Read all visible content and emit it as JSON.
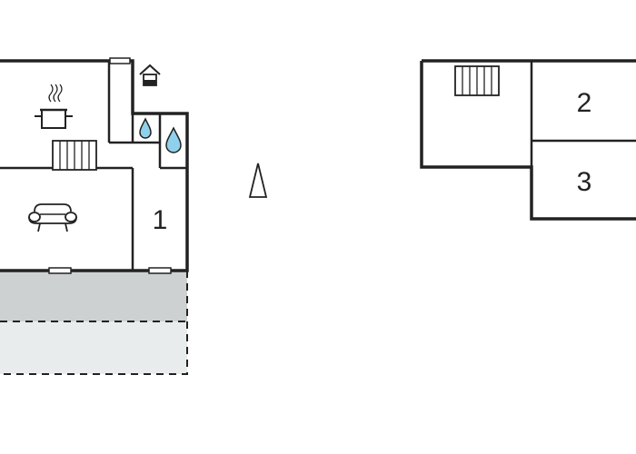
{
  "ground_floor": {
    "rooms": [
      {
        "id": "kitchen",
        "icon": "cooking-pot-icon"
      },
      {
        "id": "living-room",
        "icon": "sofa-icon"
      },
      {
        "id": "bathroom",
        "icon": "water-drop-icon"
      },
      {
        "id": "shower",
        "icon": "water-drop-icon"
      },
      {
        "id": "bedroom-1",
        "number": "1"
      }
    ],
    "terrace_covered_color": "#cdd1d2",
    "terrace_open_color": "#e9ecec",
    "extras": [
      "staircase-icon",
      "fireplace-icon"
    ]
  },
  "upper_floor": {
    "rooms": [
      {
        "id": "landing",
        "icon": "staircase-icon"
      },
      {
        "id": "bedroom-2",
        "number": "2"
      },
      {
        "id": "bedroom-3",
        "number": "3"
      }
    ]
  },
  "compass": {
    "icon": "north-arrow-icon"
  },
  "colors": {
    "wall": "#222222",
    "background": "#ffffff",
    "drop": "#8fd0ea"
  }
}
